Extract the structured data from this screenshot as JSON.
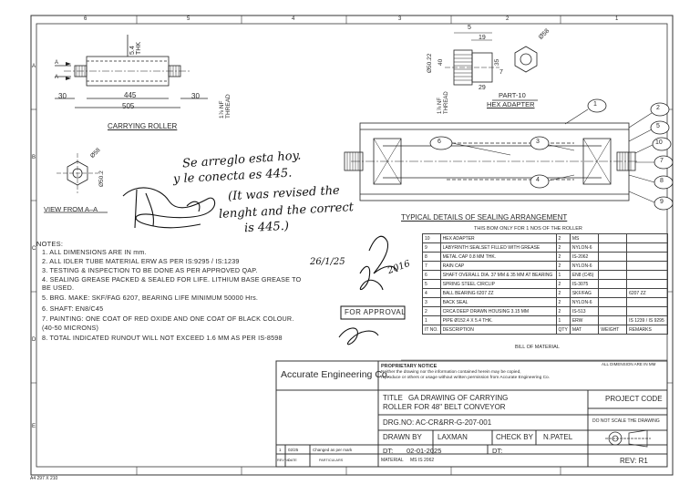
{
  "grid": {
    "top_numbers": [
      "6",
      "5",
      "4",
      "3",
      "2",
      "1"
    ],
    "left_letters": [
      "A",
      "B",
      "C",
      "D",
      "E"
    ],
    "sheet_ref": "A4 297 X 210"
  },
  "roller": {
    "dim_445": "445",
    "dim_505": "505",
    "dim_30_left": "30",
    "dim_30_right": "30",
    "thk": "5.4\nTHK",
    "thread": "1⅞ NF\nTHREAD",
    "label": "CARRYING ROLLER",
    "section_a_left": "A",
    "section_a_right": "A"
  },
  "view_a": {
    "dia": "Ø58",
    "dim": "Ø50.2",
    "label": "VIEW FROM A–A"
  },
  "hex": {
    "dim_5": "5",
    "dim_19": "19",
    "dim_58": "Ø58",
    "dim_5022": "Ø50.22",
    "dim_40": "40",
    "dim_35": "35",
    "dim_29": "29",
    "dim_7": "7",
    "thread": "1⅞ NF\nTHREAD",
    "part": "PART-10",
    "label": "HEX ADAPTER"
  },
  "balloons": [
    "1",
    "2",
    "3",
    "4",
    "5",
    "6",
    "7",
    "8",
    "9",
    "10"
  ],
  "handwritten": {
    "line1": "Se arreglo esta hoy.",
    "line2": "y le conecta es 445.",
    "line3": "(It was revised the",
    "line4": "lenght and the correct",
    "line5": "is 445.)",
    "date1": "26/1/25",
    "date2": "2016"
  },
  "stamp": "FOR APPROVAL",
  "notes": {
    "title": "NOTES:",
    "items": [
      "1.   ALL DIMENSIONS ARE IN mm.",
      "2.   ALL IDLER TUBE MATERIAL ERW AS PER IS:9295  / IS:1239",
      "3.   TESTING & INSPECTION TO BE DONE AS PER APPROVED QAP.",
      "4.   SEALING GREASE PACKED & SEALED FOR LIFE. LITHIUM BASE GREASE TO",
      "      BE USED.",
      "5.   BRG. MAKE: SKF/FAG 6207, BEARING LIFE MINIMUM 50000 Hrs.",
      "6.   SHAFT: EN8/C45",
      "7.   PAINTING: ONE COAT OF RED OXIDE AND ONE COAT OF BLACK COLOUR.",
      "      (40-50 MICRONS)",
      "8.   TOTAL INDICATED RUNOUT WILL NOT EXCEED 1.6 MM AS PER IS-8598"
    ]
  },
  "bom": {
    "heading": "TYPICAL DETAILS OF SEALING ARRANGEMENT",
    "subheading": "THIS BOM ONLY FOR 1 NOS OF THE ROLLER",
    "rows": [
      [
        "10",
        "HEX ADAPTER",
        "2",
        "MS",
        ""
      ],
      [
        "9",
        "LABYRINTH SEALSET FILLED WITH GREASE",
        "2",
        "NYLON-6",
        ""
      ],
      [
        "8",
        "METAL CAP 0.8 MM THK.",
        "2",
        "IS-2062",
        ""
      ],
      [
        "7",
        "RAIN CAP",
        "2",
        "NYLON-6",
        ""
      ],
      [
        "6",
        "SHAFT OVERALL DIA. 37 MM & 35 MM AT BEARING",
        "1",
        "EN8 (C45)",
        ""
      ],
      [
        "5",
        "SPRING STEEL CIRCLIP",
        "2",
        "IS-3075",
        ""
      ],
      [
        "4",
        "BALL BEARING 6207 ZZ",
        "2",
        "SKF/FAG",
        "6207 ZZ"
      ],
      [
        "3",
        "BACK SEAL",
        "2",
        "NYLON-6",
        ""
      ],
      [
        "2",
        "CRCA DEEP DRAWN HOUSING 3.15 MM",
        "2",
        "IS-513",
        ""
      ],
      [
        "1",
        "PIPE Ø152.4 X 5.4 THK.",
        "1",
        "ERW",
        "IS 1239 / IS 9295"
      ]
    ],
    "header": [
      "IT NO.",
      "DESCRIPTION",
      "QTY",
      "MAT",
      "WEIGHT",
      "REMARKS"
    ],
    "footer": "BILL OF MATERIAL"
  },
  "title_block": {
    "company": "Accurate Engineering Co.",
    "notice_title": "PROPRIETARY NOTICE",
    "notice_body1": "Neither the drawing nor the information contained herein may be copied,",
    "notice_body2": "reproduce or others or usage without written permission from Accurate Engineering Co.",
    "all_dims": "ALL DIMENSION ARE IN MM",
    "title_label": "TITLE",
    "title_line1": "GA DRAWING OF CARRYING",
    "title_line2": "ROLLER FOR 48\" BELT CONVEYOR",
    "drg_no": "DRG.NO: AC-CR&RR-G-207-001",
    "drawn_by_label": "DRAWN BY",
    "drawn_by": "LAXMAN",
    "check_by_label": "CHECK BY",
    "check_by": "N.PATEL",
    "dt_label": "DT:",
    "date": "02-01-2025",
    "dt2_label": "DT:",
    "project_code": "PROJECT CODE",
    "do_not_scale": "DO NOT SCALE THE DRAWING",
    "rev": "REV: R1",
    "material_label": "MATERIAL",
    "material": "MS IS 2062",
    "rev_no_label": "REV NO",
    "rev_date_label": "DATE",
    "rev_desc_label": "PARTICULARS",
    "rev_row_no": "1",
    "rev_row_date": "02/25",
    "rev_row_desc": "Changed as per mark"
  }
}
